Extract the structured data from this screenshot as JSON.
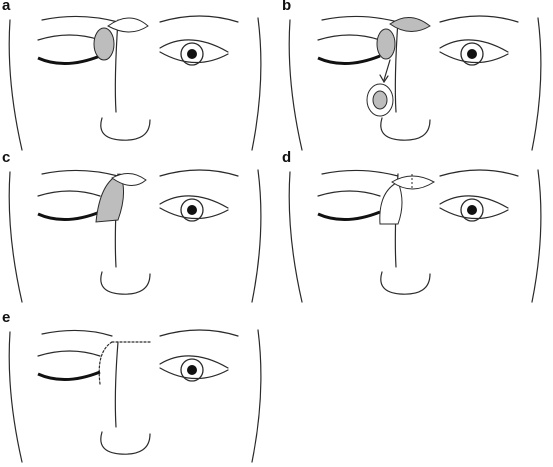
{
  "panels": [
    {
      "id": "a",
      "label": "a"
    },
    {
      "id": "b",
      "label": "b"
    },
    {
      "id": "c",
      "label": "c"
    },
    {
      "id": "d",
      "label": "d"
    },
    {
      "id": "e",
      "label": "e"
    }
  ],
  "colors": {
    "ink": "#2a2a2a",
    "flap": "#bdbdbd",
    "background": "#ffffff"
  }
}
